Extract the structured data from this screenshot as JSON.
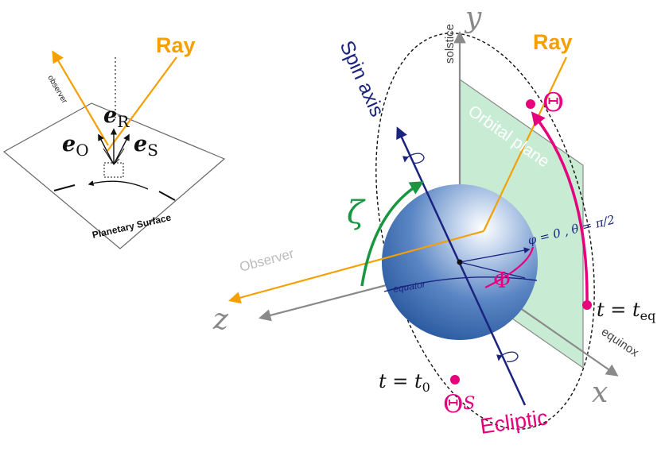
{
  "colors": {
    "orange": "#f5a000",
    "magenta": "#e6007e",
    "navy": "#1a237e",
    "green": "#1a9641",
    "gray": "#8a8a8a",
    "plane_fill": "#c8ecd3",
    "sphere": "#3f6fb5"
  },
  "inset": {
    "ray_label": "Ray",
    "observer_label": "observer",
    "e_r_base": "e",
    "e_r_sub": "R",
    "e_o_base": "e",
    "e_o_sub": "O",
    "e_s_base": "e",
    "e_s_sub": "S",
    "surface_label": "Planetary Surface"
  },
  "main": {
    "ray_label": "Ray",
    "spin_axis_label": "Spin axis",
    "orbital_plane_label": "Orbital plane",
    "solstice_label": "solstice",
    "equinox_label": "equinox",
    "observer_label": "Observer",
    "equator_label": "equator",
    "y_label": "y",
    "x_label": "x",
    "z_label": "z",
    "zeta_label": "ζ",
    "theta_label": "Θ",
    "phi_label": "Φ",
    "theta_s_label": "Θ",
    "theta_s_sub": "S",
    "ecliptic_label": "Ecliptic",
    "t_eq_label": "t = t",
    "t_eq_sub": "eq",
    "t_0_label": "t = t",
    "t_0_sub": "0",
    "pole_label": "φ = 0 , θ = π/2"
  }
}
